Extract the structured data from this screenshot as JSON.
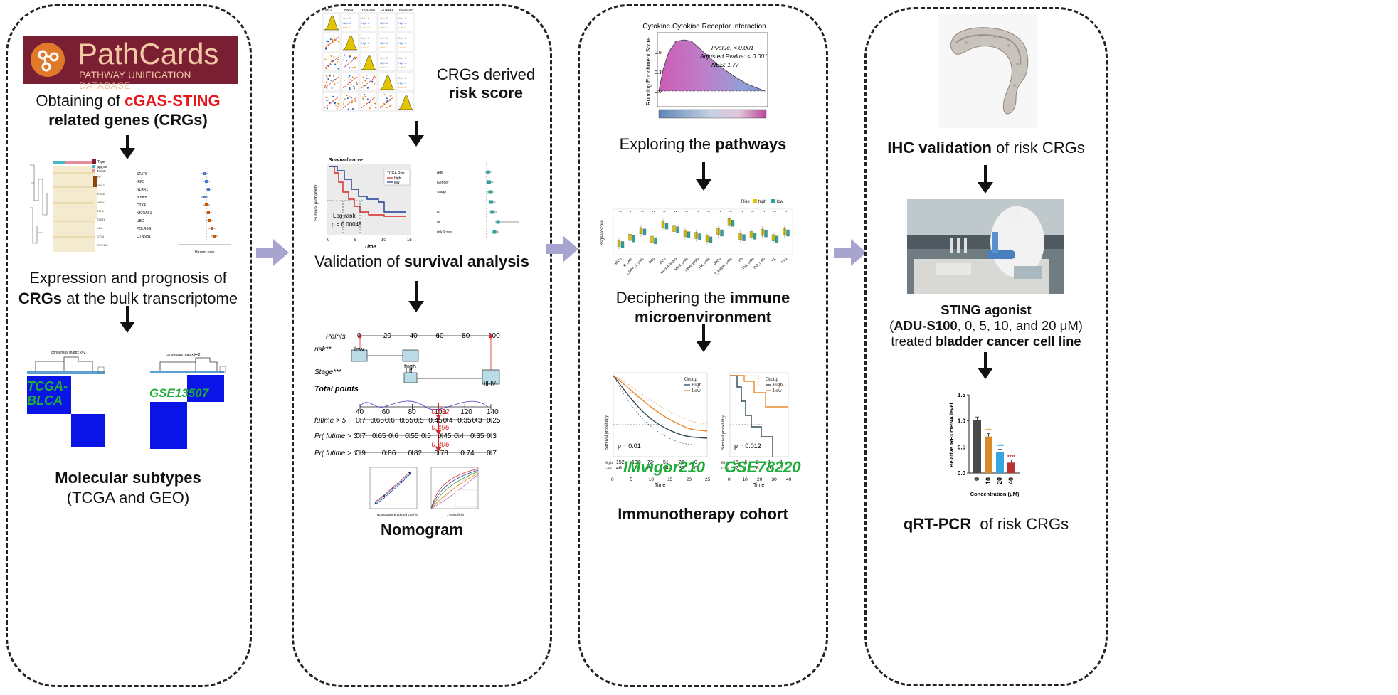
{
  "panel1": {
    "logo": {
      "title": "PathCards",
      "subtitle": "PATHWAY UNIFICATION DATABASE",
      "bg": "#7a1f33"
    },
    "step1": {
      "pre": "Obtaining of ",
      "highlight": "cGAS-STING",
      "line2": "related genes (CRGs)"
    },
    "forest_genes": [
      "STAT6",
      "IRF3",
      "NLRX1",
      "IKBKB",
      "DTX4",
      "NKIRAS1",
      "UBC",
      "POLR3G",
      "CTNNB1"
    ],
    "forest_axis_label": "Hazard ratio",
    "step2": {
      "line1": "Expression and prognosis of",
      "bold": "CRGs",
      "line2_rest": " at the bulk transcriptome"
    },
    "subtype_left": "TCGA-BLCA",
    "subtype_right": "GSE13507",
    "consensus_title": "consensus matrix k=2",
    "step3": {
      "bold": "Molecular subtypes",
      "sub": "(TCGA and GEO)"
    }
  },
  "panel2": {
    "matrix_headers": [
      "IRF3",
      "IKBKB",
      "POLR3G",
      "CTNNB1",
      "riskScore"
    ],
    "risk_label": {
      "line1": "CRGs derived",
      "bold": "risk score"
    },
    "survival": {
      "title": "Survival curve",
      "legend_title": "TCGA Risk",
      "legend": [
        "high",
        "low"
      ],
      "pval": "p = 0.00045",
      "logrank": "Log-rank",
      "ylabel": "Survival probability",
      "xlabel": "Time",
      "xticks": [
        "0",
        "5",
        "10",
        "15"
      ]
    },
    "forest2": [
      "Age",
      "Gender",
      "Stage",
      "T",
      "N",
      "M",
      "riskScore"
    ],
    "survival_label": {
      "pre": "Validation of ",
      "bold": "survival analysis"
    },
    "nomogram": {
      "rows": [
        "Points",
        "risk**",
        "Stage***",
        "Total points",
        "futime > 5",
        "Pr( futime > 3",
        "Pr( futime > 1"
      ],
      "points_ticks": [
        "0",
        "20",
        "40",
        "60",
        "80",
        "100"
      ],
      "total_ticks": [
        "40",
        "60",
        "80",
        "100",
        "120",
        "140"
      ],
      "risk_values": [
        "low",
        "high"
      ],
      "stage_values": [
        "I-II",
        "III-IV"
      ],
      "f5_ticks": [
        "0.7",
        "0.65",
        "0.6",
        "0.55",
        "0.5",
        "0.45",
        "0.4",
        "0.35",
        "0.3",
        "0.25"
      ],
      "f5_val": "0.432",
      "f3_ticks": [
        "0.7",
        "0.65",
        "0.6",
        "0.55",
        "0.5",
        "0.45",
        "0.4",
        "0.35",
        "0.3"
      ],
      "f3_val": "0.496",
      "f1_ticks": [
        "0.9",
        "0.86",
        "0.82",
        "0.78",
        "0.74",
        "0.7"
      ],
      "f1_val": "0.806"
    },
    "nomogram_label": "Nomogram"
  },
  "panel3": {
    "gsea": {
      "title": "Cytokine Cytokine Receptor Interaction",
      "ylabel": "Running Enrichment Score",
      "stats": [
        "Pvalue: < 0.001",
        "Adjusted Pvalue: < 0.001",
        "NES: 1.77"
      ]
    },
    "pathways_label": {
      "pre": "Exploring the ",
      "bold": "pathways"
    },
    "immune_box": {
      "ylabel": "ssgseaScore",
      "legend_title": "Risk",
      "legend": [
        "high",
        "low"
      ],
      "cells": [
        "aDCs",
        "B_cells",
        "CD8+_T_cells",
        "DCs",
        "iDCs",
        "Macrophages",
        "Mast_cells",
        "Neutrophils",
        "NK_cells",
        "pDCs",
        "T_helper_cells",
        "Tfh",
        "Th1_cells",
        "Th2_cells",
        "TIL",
        "Treg"
      ]
    },
    "immune_label": {
      "pre": "Deciphering the ",
      "bold": "immune",
      "line2": "microenvironment"
    },
    "km1": {
      "label": "IMvigor210",
      "pval": "p = 0.01",
      "legend_title": "Group",
      "legend": [
        "High",
        "Low"
      ],
      "high_row": [
        "152",
        "106",
        "72",
        "51",
        "26",
        "0"
      ],
      "low_row": [
        "46",
        "112",
        "80",
        "64",
        "39",
        "0"
      ],
      "xticks": [
        "0",
        "5",
        "10",
        "15",
        "20",
        "25"
      ],
      "xlabel": "Time",
      "ylabel": "Survival probability"
    },
    "km2": {
      "label": "GSE78220",
      "pval": "p = 0.012",
      "legend_title": "Group",
      "legend": [
        "High",
        "Low"
      ],
      "high_row": [
        "15",
        "6",
        "2",
        "1",
        "0"
      ],
      "low_row": [
        "12",
        "12",
        "8",
        "5",
        "0"
      ],
      "xticks": [
        "0",
        "10",
        "20",
        "30",
        "40"
      ],
      "xlabel": "Time",
      "ylabel": "Survival probability"
    },
    "cohort_label": "Immunotherapy cohort"
  },
  "panel4": {
    "ihc_label": {
      "bold": "IHC validation",
      "rest": " of risk CRGs"
    },
    "sting": {
      "line1": "STING agonist",
      "line2_pre": "(",
      "line2_bold": "ADU-S100",
      "line2_rest": ", 0, 5, 10, and 20 μM)",
      "line3_pre": "treated ",
      "line3_bold": "bladder cancer cell line"
    },
    "bar": {
      "ylabel": "Relative IRF3 mRNA level",
      "xlabel": "Concentration (μM)",
      "categories": [
        "0",
        "10",
        "20",
        "40"
      ],
      "yticks": [
        "0.0",
        "0.5",
        "1.0",
        "1.5"
      ],
      "sig": [
        "",
        "***",
        "****",
        "****"
      ],
      "colors": [
        "#4a4a4a",
        "#d98a2b",
        "#36a6e0",
        "#b8322f"
      ]
    },
    "qrt_label": {
      "bold": "qRT-PCR",
      "rest": "  of risk CRGs"
    }
  },
  "chart_data": {
    "type": "bar",
    "categories": [
      "0",
      "10",
      "20",
      "40"
    ],
    "values": [
      1.02,
      0.7,
      0.4,
      0.2
    ],
    "ylabel": "Relative IRF3 mRNA level",
    "xlabel": "Concentration (μM)",
    "ylim": [
      0,
      1.5
    ]
  }
}
